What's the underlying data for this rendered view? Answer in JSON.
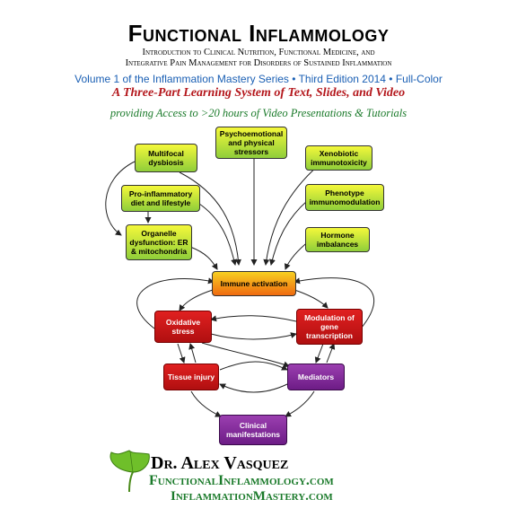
{
  "header": {
    "title": "Functional Inflammology",
    "subtitle_line1": "Introduction to Clinical Nutrition, Functional Medicine, and",
    "subtitle_line2": "Integrative Pain Management for Disorders of Sustained Inflammation",
    "volume": "Volume 1 of the Inflammation Mastery Series • Third Edition 2014 • Full-Color",
    "tagline": "A Three-Part Learning System of Text, Slides, and Video",
    "access": "providing Access to >20 hours of Video Presentations & Tutorials"
  },
  "diagram": {
    "nodes": {
      "multifocal": "Multifocal dysbiosis",
      "psycho": "Psychoemotional and physical stressors",
      "xenobiotic": "Xenobiotic immunotoxicity",
      "proinflammatory": "Pro-inflammatory diet and lifestyle",
      "phenotype": "Phenotype immunomodulation",
      "organelle": "Organelle dysfunction: ER & mitochondria",
      "hormone": "Hormone imbalances",
      "immune": "Immune activation",
      "oxidative": "Oxidative stress",
      "modulation": "Modulation of gene transcription",
      "tissue": "Tissue injury",
      "mediators": "Mediators",
      "clinical": "Clinical manifestations"
    },
    "colors": {
      "green_top": "#f4f83a",
      "green_bottom": "#8fce3a",
      "immune_top": "#f7d020",
      "immune_bottom": "#ef6a10",
      "red": "#d41818",
      "purple": "#7f2a99",
      "arrow": "#222222"
    }
  },
  "footer": {
    "author": "Dr. Alex Vasquez",
    "website1": "FunctionalInflammology.com",
    "website2": "InflammationMastery.com",
    "logo_icon": "ginkgo-leaf-icon"
  }
}
